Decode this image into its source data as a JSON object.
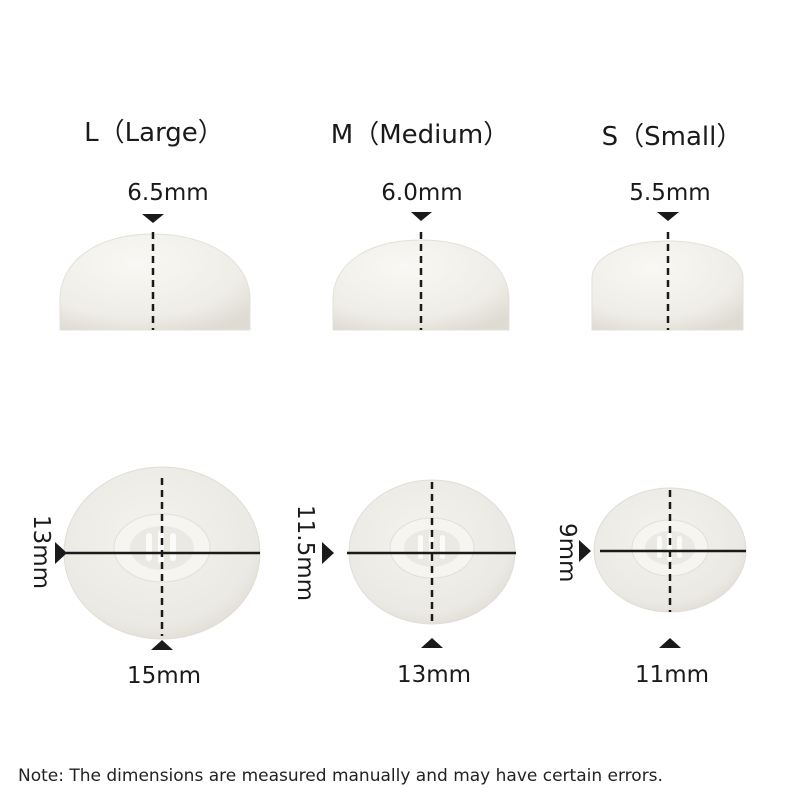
{
  "sizes": [
    {
      "title": "L（Large）",
      "height": "6.5mm",
      "diameter": "15mm",
      "inner": "13mm"
    },
    {
      "title": "M（Medium）",
      "height": "6.0mm",
      "diameter": "13mm",
      "inner": "11.5mm"
    },
    {
      "title": "S（Small）",
      "height": "5.5mm",
      "diameter": "11mm",
      "inner": "9mm"
    }
  ],
  "note": "Note: The dimensions are measured manually and may have certain errors."
}
